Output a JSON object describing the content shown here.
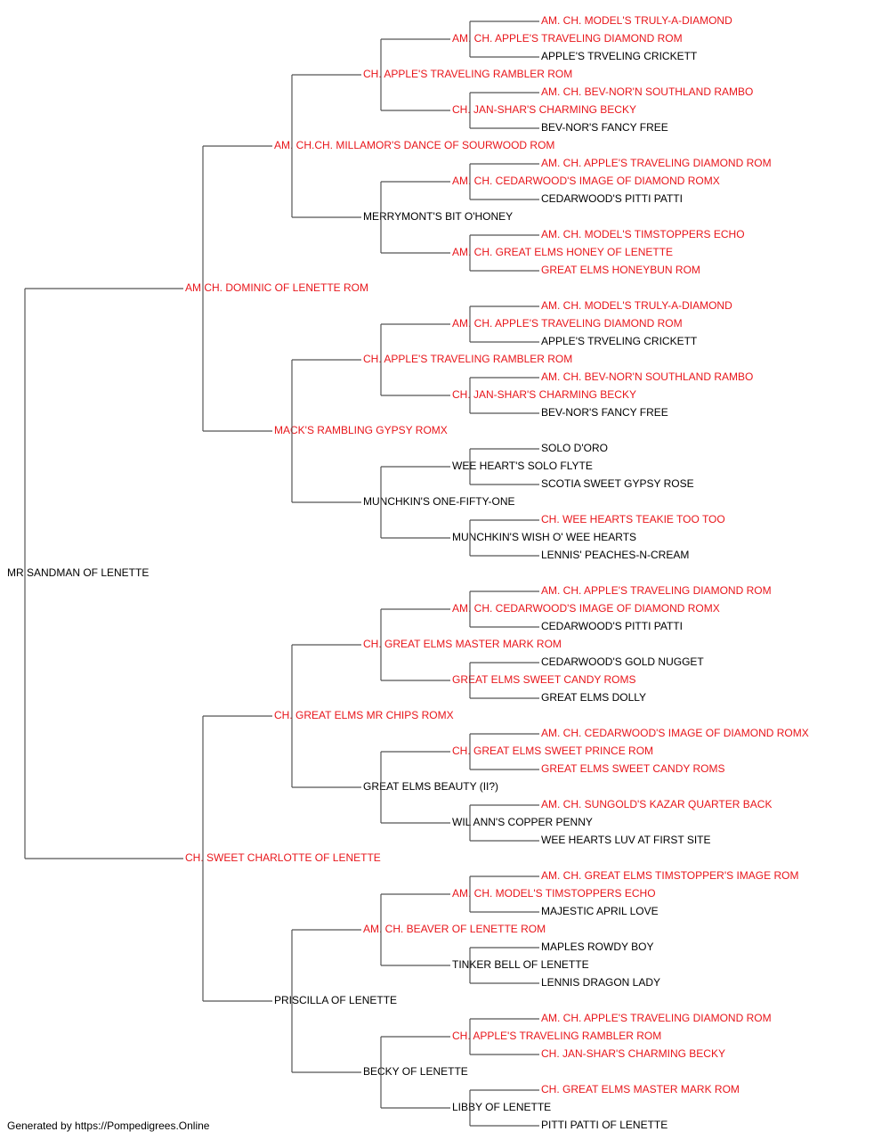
{
  "colors": {
    "titled": "#e8161b",
    "plain": "#000000",
    "connector": "#555555"
  },
  "pedigree": {
    "name": "MR SANDMAN OF LENETTE",
    "titled": false,
    "sire": {
      "name": "AM CH. DOMINIC OF LENETTE ROM",
      "titled": true,
      "sire": {
        "name": "AM. CH.CH. MILLAMOR'S DANCE OF SOURWOOD ROM",
        "titled": true,
        "sire": {
          "name": "CH. APPLE'S TRAVELING RAMBLER ROM",
          "titled": true,
          "sire": {
            "name": "AM. CH. APPLE'S TRAVELING DIAMOND ROM",
            "titled": true,
            "sire": {
              "name": "AM. CH. MODEL'S TRULY-A-DIAMOND",
              "titled": true
            },
            "dam": {
              "name": "APPLE'S TRVELING CRICKETT",
              "titled": false
            }
          },
          "dam": {
            "name": "CH. JAN-SHAR'S CHARMING BECKY",
            "titled": true,
            "sire": {
              "name": "AM. CH. BEV-NOR'N SOUTHLAND RAMBO",
              "titled": true
            },
            "dam": {
              "name": "BEV-NOR'S FANCY FREE",
              "titled": false
            }
          }
        },
        "dam": {
          "name": "MERRYMONT'S BIT O'HONEY",
          "titled": false,
          "sire": {
            "name": "AM. CH. CEDARWOOD'S IMAGE OF DIAMOND ROMX",
            "titled": true,
            "sire": {
              "name": "AM. CH. APPLE'S TRAVELING DIAMOND ROM",
              "titled": true
            },
            "dam": {
              "name": "CEDARWOOD'S PITTI PATTI",
              "titled": false
            }
          },
          "dam": {
            "name": "AM. CH. GREAT ELMS HONEY OF LENETTE",
            "titled": true,
            "sire": {
              "name": "AM. CH. MODEL'S TIMSTOPPERS ECHO",
              "titled": true
            },
            "dam": {
              "name": "GREAT ELMS HONEYBUN ROM",
              "titled": true
            }
          }
        }
      },
      "dam": {
        "name": "MACK'S RAMBLING GYPSY ROMX",
        "titled": true,
        "sire": {
          "name": "CH. APPLE'S TRAVELING RAMBLER ROM",
          "titled": true,
          "sire": {
            "name": "AM. CH. APPLE'S TRAVELING DIAMOND ROM",
            "titled": true,
            "sire": {
              "name": "AM. CH. MODEL'S TRULY-A-DIAMOND",
              "titled": true
            },
            "dam": {
              "name": "APPLE'S TRVELING CRICKETT",
              "titled": false
            }
          },
          "dam": {
            "name": "CH. JAN-SHAR'S CHARMING BECKY",
            "titled": true,
            "sire": {
              "name": "AM. CH. BEV-NOR'N SOUTHLAND RAMBO",
              "titled": true
            },
            "dam": {
              "name": "BEV-NOR'S FANCY FREE",
              "titled": false
            }
          }
        },
        "dam": {
          "name": "MUNCHKIN'S ONE-FIFTY-ONE",
          "titled": false,
          "sire": {
            "name": "WEE HEART'S SOLO FLYTE",
            "titled": false,
            "sire": {
              "name": "SOLO D'ORO",
              "titled": false
            },
            "dam": {
              "name": "SCOTIA SWEET GYPSY ROSE",
              "titled": false
            }
          },
          "dam": {
            "name": "MUNCHKIN'S WISH O' WEE HEARTS",
            "titled": false,
            "sire": {
              "name": "CH. WEE HEARTS TEAKIE TOO TOO",
              "titled": true
            },
            "dam": {
              "name": "LENNIS' PEACHES-N-CREAM",
              "titled": false
            }
          }
        }
      }
    },
    "dam": {
      "name": "CH. SWEET CHARLOTTE OF LENETTE",
      "titled": true,
      "sire": {
        "name": "CH. GREAT ELMS MR CHIPS ROMX",
        "titled": true,
        "sire": {
          "name": "CH. GREAT ELMS MASTER MARK ROM",
          "titled": true,
          "sire": {
            "name": "AM. CH. CEDARWOOD'S IMAGE OF DIAMOND ROMX",
            "titled": true,
            "sire": {
              "name": "AM. CH. APPLE'S TRAVELING DIAMOND ROM",
              "titled": true
            },
            "dam": {
              "name": "CEDARWOOD'S PITTI PATTI",
              "titled": false
            }
          },
          "dam": {
            "name": "GREAT ELMS SWEET CANDY ROMS",
            "titled": true,
            "sire": {
              "name": "CEDARWOOD'S GOLD NUGGET",
              "titled": false
            },
            "dam": {
              "name": "GREAT ELMS DOLLY",
              "titled": false
            }
          }
        },
        "dam": {
          "name": "GREAT ELMS BEAUTY (II?)",
          "titled": false,
          "sire": {
            "name": "CH. GREAT ELMS SWEET PRINCE ROM",
            "titled": true,
            "sire": {
              "name": "AM. CH. CEDARWOOD'S IMAGE OF DIAMOND ROMX",
              "titled": true
            },
            "dam": {
              "name": "GREAT ELMS SWEET CANDY ROMS",
              "titled": true
            }
          },
          "dam": {
            "name": "WIL ANN'S COPPER PENNY",
            "titled": false,
            "sire": {
              "name": "AM. CH. SUNGOLD'S KAZAR QUARTER BACK",
              "titled": true
            },
            "dam": {
              "name": "WEE HEARTS LUV AT FIRST SITE",
              "titled": false
            }
          }
        }
      },
      "dam": {
        "name": "PRISCILLA OF LENETTE",
        "titled": false,
        "sire": {
          "name": "AM. CH. BEAVER OF LENETTE ROM",
          "titled": true,
          "sire": {
            "name": "AM. CH. MODEL'S TIMSTOPPERS ECHO",
            "titled": true,
            "sire": {
              "name": "AM. CH. GREAT ELMS TIMSTOPPER'S IMAGE ROM",
              "titled": true
            },
            "dam": {
              "name": "MAJESTIC APRIL LOVE",
              "titled": false
            }
          },
          "dam": {
            "name": "TINKER BELL OF LENETTE",
            "titled": false,
            "sire": {
              "name": "MAPLES ROWDY BOY",
              "titled": false
            },
            "dam": {
              "name": "LENNIS DRAGON LADY",
              "titled": false
            }
          }
        },
        "dam": {
          "name": "BECKY OF LENETTE",
          "titled": false,
          "sire": {
            "name": "CH. APPLE'S TRAVELING RAMBLER ROM",
            "titled": true,
            "sire": {
              "name": "AM. CH. APPLE'S TRAVELING DIAMOND ROM",
              "titled": true
            },
            "dam": {
              "name": "CH. JAN-SHAR'S CHARMING BECKY",
              "titled": true
            }
          },
          "dam": {
            "name": "LIBBY OF LENETTE",
            "titled": false,
            "sire": {
              "name": "CH. GREAT ELMS MASTER MARK ROM",
              "titled": true
            },
            "dam": {
              "name": "PITTI PATTI OF LENETTE",
              "titled": false
            }
          }
        }
      }
    }
  },
  "footer": {
    "text": "Generated by https://Pompedigrees.Online"
  }
}
